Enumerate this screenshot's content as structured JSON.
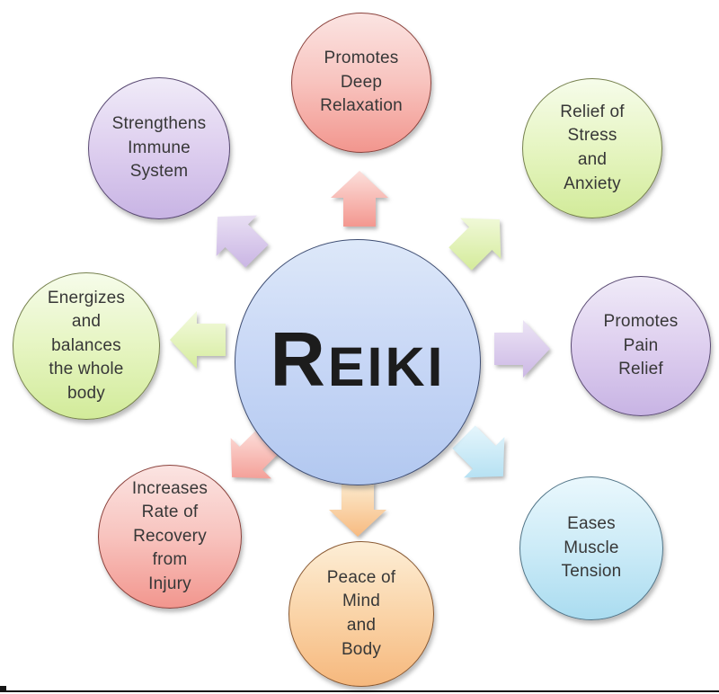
{
  "diagram": {
    "type": "radial-benefits-diagram",
    "center": {
      "label": "Reiki"
    },
    "nodes": [
      {
        "id": "promotes-deep-relaxation",
        "position": "top",
        "color": "pink",
        "label": "Promotes\nDeep\nRelaxation"
      },
      {
        "id": "relief-of-stress-and-anxiety",
        "position": "top-right",
        "color": "green",
        "label": "Relief of\nStress\nand\nAnxiety"
      },
      {
        "id": "promotes-pain-relief",
        "position": "right",
        "color": "purple",
        "label": "Promotes\nPain\nRelief"
      },
      {
        "id": "eases-muscle-tension",
        "position": "bottom-right",
        "color": "cyan",
        "label": "Eases\nMuscle\nTension"
      },
      {
        "id": "peace-of-mind-and-body",
        "position": "bottom",
        "color": "orange",
        "label": "Peace of\nMind\nand\nBody"
      },
      {
        "id": "increases-rate-of-recovery-from-injury",
        "position": "bottom-left",
        "color": "pink",
        "label": "Increases\nRate of\nRecovery\nfrom\nInjury"
      },
      {
        "id": "energizes-and-balances-the-whole-body",
        "position": "left",
        "color": "green",
        "label": "Energizes\nand\nbalances\nthe whole\nbody"
      },
      {
        "id": "strengthens-immune-system",
        "position": "top-left",
        "color": "purple",
        "label": "Strengthens\nImmune\nSystem"
      }
    ],
    "colors": {
      "blue": {
        "light": "#dde8f9",
        "dark": "#b2c8f0",
        "border": "#3f4e73"
      },
      "pink": {
        "light": "#fcdfdb",
        "dark": "#f3978f",
        "border": "#8b423c"
      },
      "green": {
        "light": "#f3fadf",
        "dark": "#d6ec9e",
        "border": "#76814e"
      },
      "purple": {
        "light": "#ece4f5",
        "dark": "#ccb8e5",
        "border": "#5a4a73"
      },
      "cyan": {
        "light": "#e2f4fb",
        "dark": "#b0dff2",
        "border": "#527588"
      },
      "orange": {
        "light": "#fcecd0",
        "dark": "#f7ba80",
        "border": "#8a5a33"
      }
    }
  }
}
